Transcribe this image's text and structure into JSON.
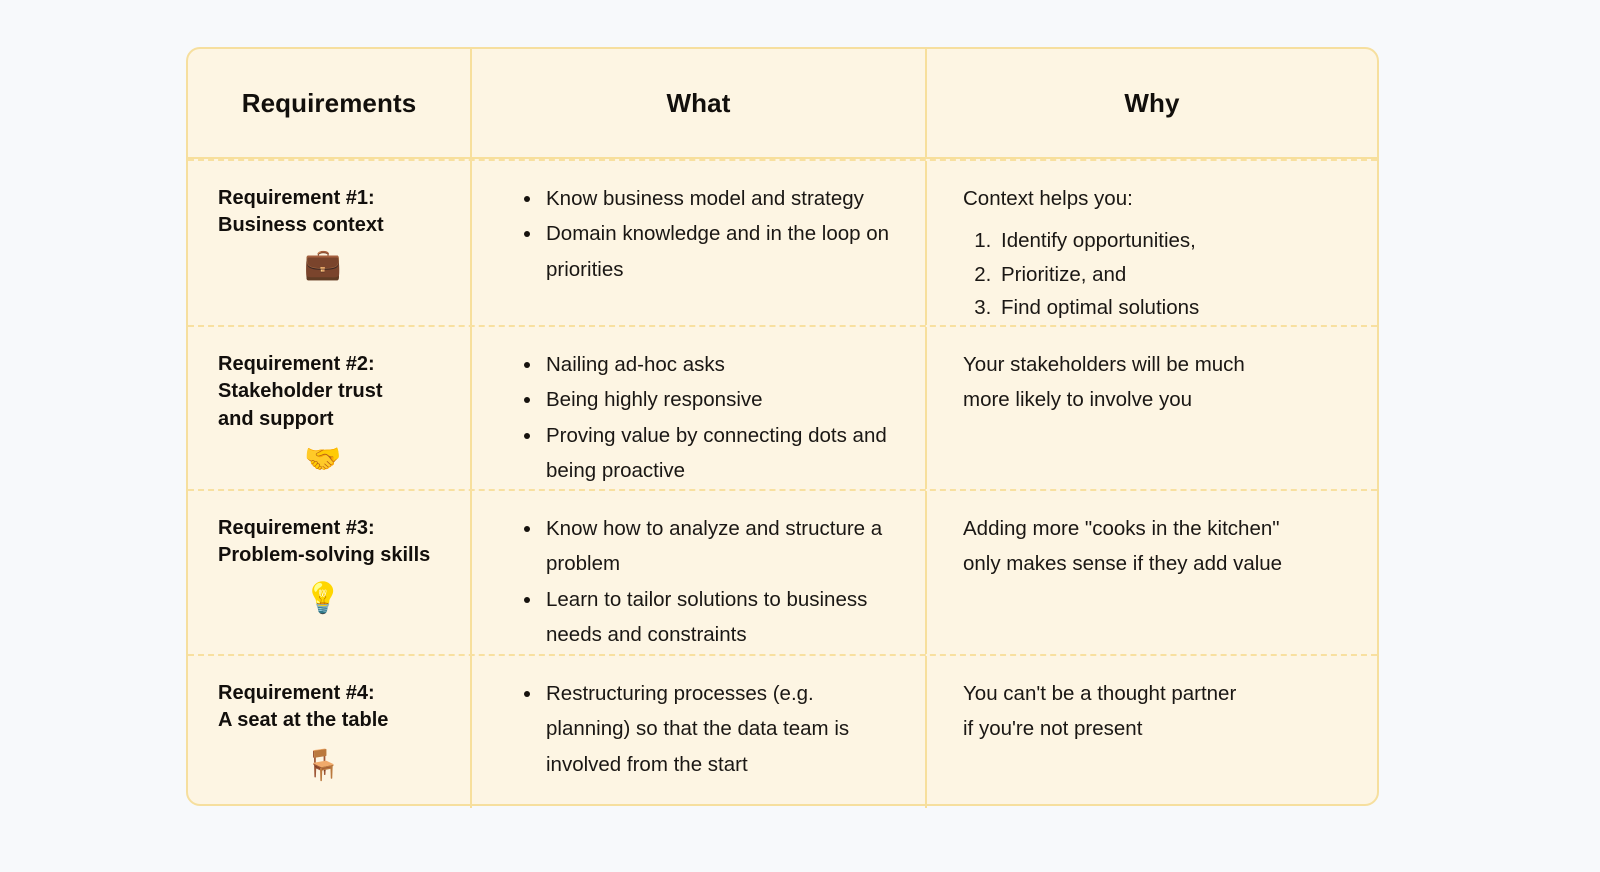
{
  "table": {
    "headers": [
      {
        "label": "Requirements"
      },
      {
        "label": "What"
      },
      {
        "label": "Why"
      }
    ],
    "rows": [
      {
        "requirement": "Requirement #1:\nBusiness context",
        "emoji": "💼",
        "emoji_name": "briefcase-emoji",
        "what": [
          "Know business model and strategy",
          "Domain knowledge and in the loop on priorities"
        ],
        "why_lead": "Context helps you:",
        "why_list": [
          "Identify opportunities,",
          "Prioritize, and",
          "Find optimal solutions"
        ]
      },
      {
        "requirement": "Requirement #2:\nStakeholder trust\nand support",
        "emoji": "🤝",
        "emoji_name": "handshake-emoji",
        "what": [
          "Nailing ad-hoc asks",
          "Being highly responsive",
          "Proving value by connecting dots and being proactive"
        ],
        "why_lead": "Your stakeholders will be much\nmore likely to involve you",
        "why_list": []
      },
      {
        "requirement": "Requirement #3:\nProblem-solving skills",
        "emoji": "💡",
        "emoji_name": "light-bulb-emoji",
        "what": [
          "Know how to analyze and structure a problem",
          "Learn to tailor solutions to business needs and constraints"
        ],
        "why_lead": "Adding more \"cooks in the kitchen\"\nonly makes sense if they add value",
        "why_list": []
      },
      {
        "requirement": "Requirement #4:\nA seat at the table",
        "emoji": "🪑",
        "emoji_name": "chair-emoji",
        "what": [
          "Restructuring processes (e.g. planning) so that the data team is involved from the start"
        ],
        "why_lead": "You can't be a thought partner\nif you're not present",
        "why_list": []
      }
    ]
  },
  "colors": {
    "page_background": "#F7F9FB",
    "table_fill": "#FDF5E3",
    "table_border": "#F6DF9E",
    "divider_dashed": "#F8E0A0",
    "text": "#14110E"
  }
}
